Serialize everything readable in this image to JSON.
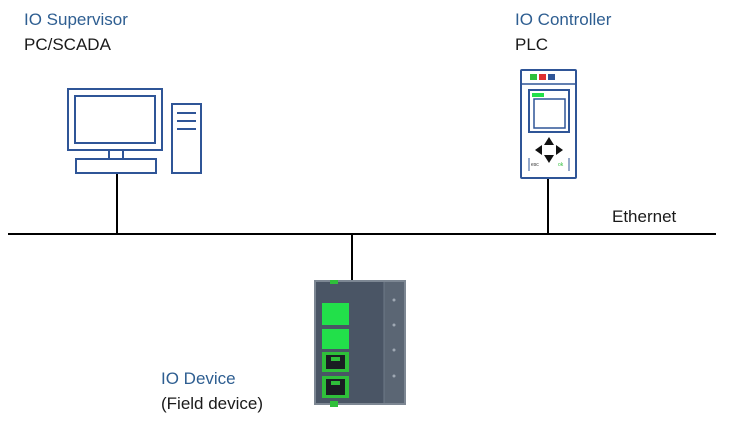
{
  "supervisor": {
    "role": "IO Supervisor",
    "type": "PC/SCADA"
  },
  "controller": {
    "role": "IO Controller",
    "type": "PLC",
    "key_left": "esc",
    "key_right": "ok"
  },
  "network": {
    "label": "Ethernet"
  },
  "device": {
    "role": "IO Device",
    "type": "(Field device)"
  },
  "colors": {
    "role_text": "#2E5E91",
    "outline": "#2F5597",
    "line": "#000000",
    "led_green": "#22E04A",
    "port_green": "#2FBF3A",
    "module_dark": "#4A5565"
  }
}
